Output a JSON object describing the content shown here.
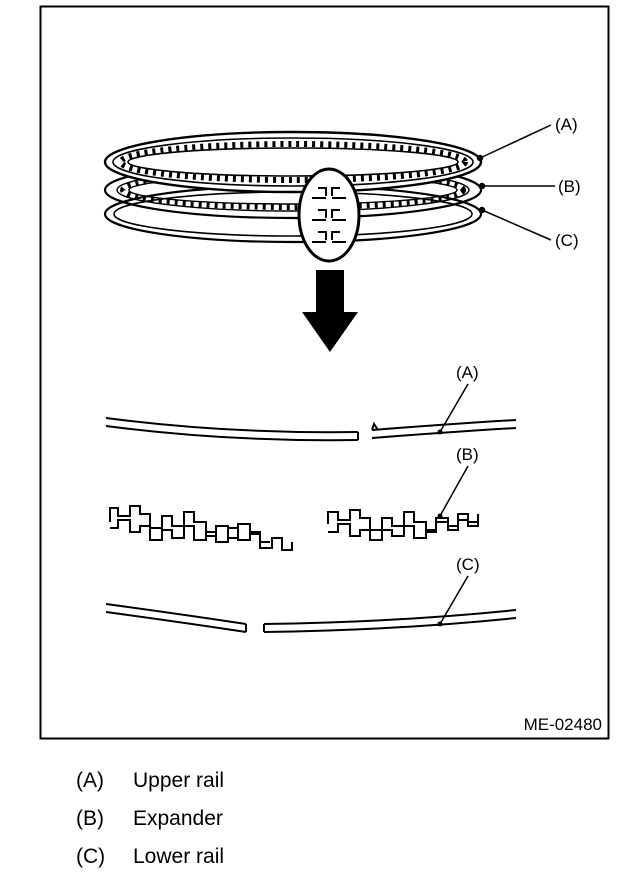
{
  "figure_id": "ME-02480",
  "callouts": {
    "top": [
      "(A)",
      "(B)",
      "(C)"
    ],
    "detail": [
      "(A)",
      "(B)",
      "(C)"
    ]
  },
  "legend": [
    {
      "key": "(A)",
      "label": "Upper rail"
    },
    {
      "key": "(B)",
      "label": "Expander"
    },
    {
      "key": "(C)",
      "label": "Lower rail"
    }
  ]
}
